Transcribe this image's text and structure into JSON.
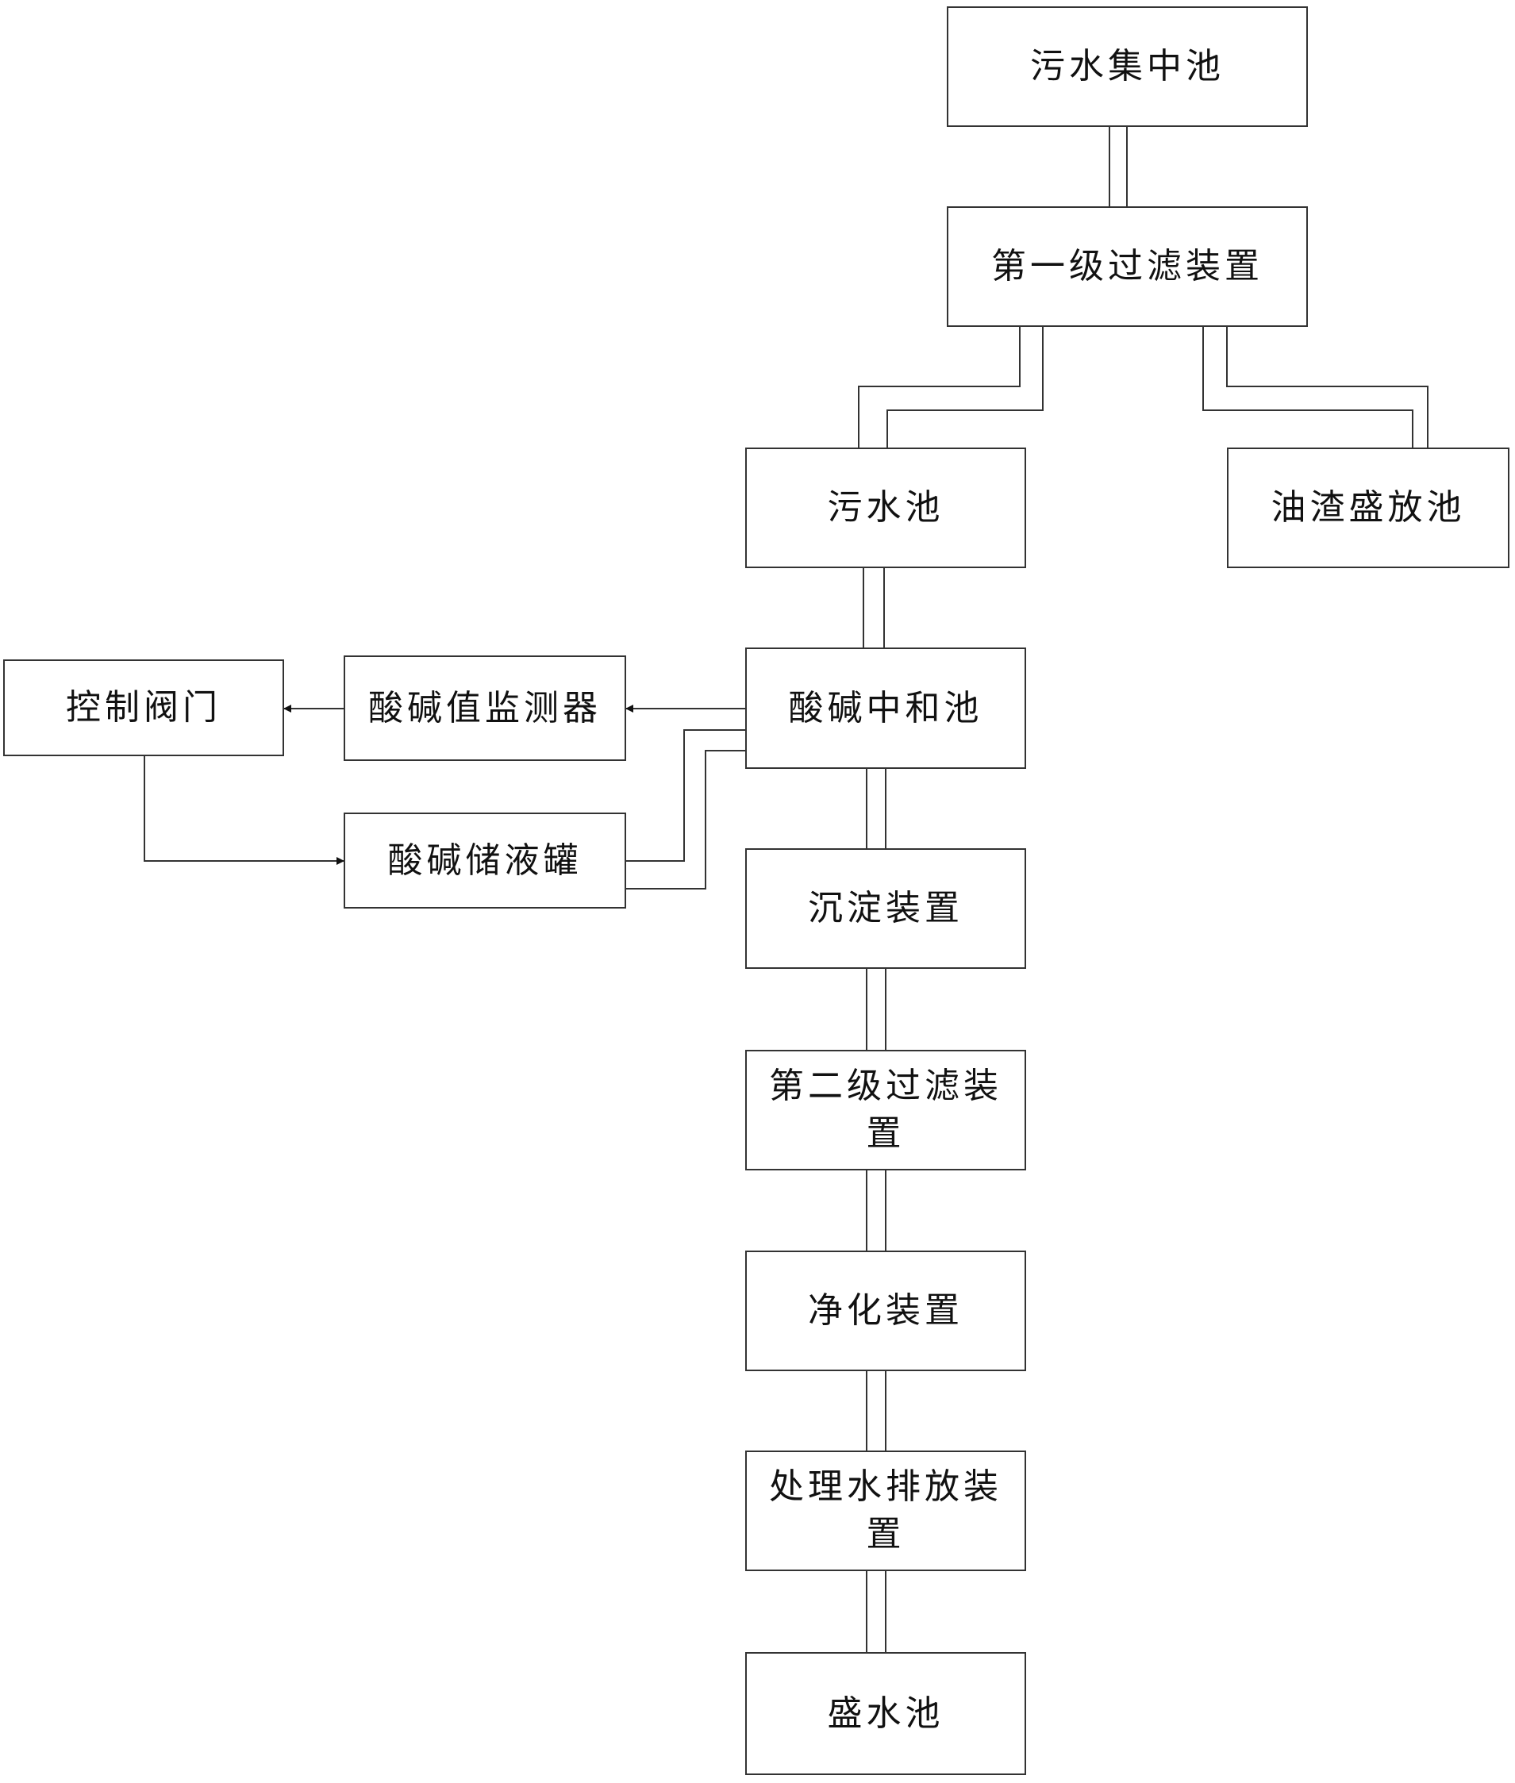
{
  "nodes": {
    "collection_tank": "污水集中池",
    "first_filter": "第一级过滤装置",
    "sewage_tank": "污水池",
    "oil_residue_tank": "油渣盛放池",
    "neutralization_tank": "酸碱中和池",
    "ph_monitor": "酸碱值监测器",
    "control_valve": "控制阀门",
    "acid_base_storage": "酸碱储液罐",
    "sedimentation": "沉淀装置",
    "second_filter": "第二级过滤装置",
    "purification": "净化装置",
    "discharge": "处理水排放装置",
    "clean_water_tank": "盛水池"
  }
}
